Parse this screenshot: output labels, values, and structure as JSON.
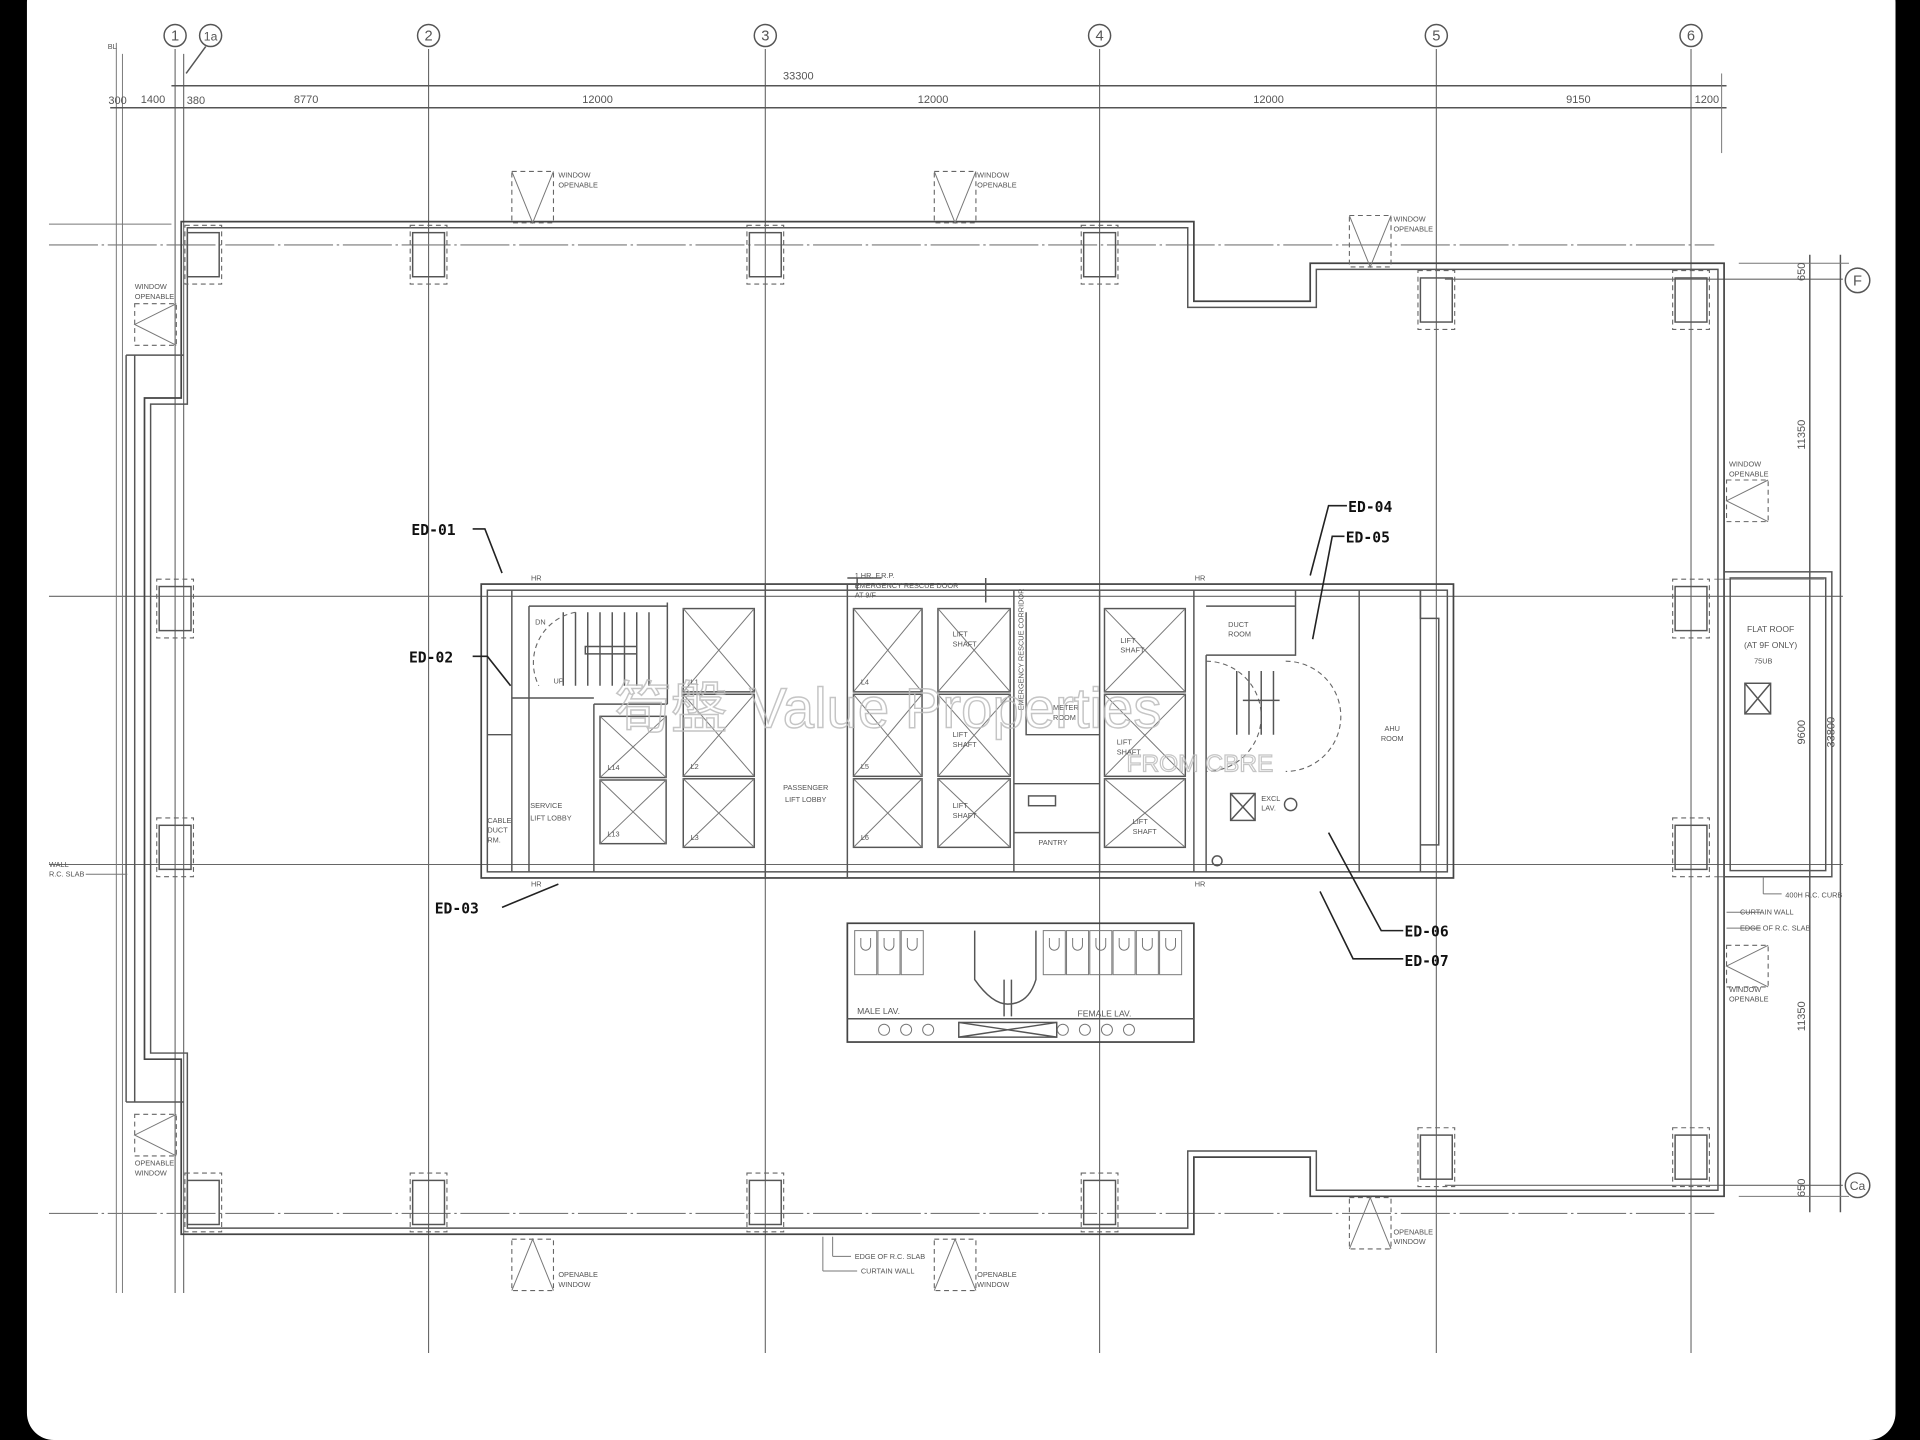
{
  "grid": {
    "columns": [
      "1",
      "1a",
      "2",
      "3",
      "4",
      "5",
      "6"
    ],
    "rows": [
      "F",
      "Ca"
    ],
    "bl_label": "BL"
  },
  "dimensions": {
    "overall_width": "33300",
    "segments": [
      "300",
      "1400",
      "380",
      "8770",
      "12000",
      "12000",
      "12000",
      "9150",
      "1200"
    ],
    "right": {
      "top_offset": "650",
      "upper_bay": "11350",
      "middle_bay": "9600",
      "overall_depth": "33800",
      "lower_bay": "11350",
      "bottom_offset": "650"
    }
  },
  "callouts": [
    "ED-01",
    "ED-02",
    "ED-03",
    "ED-04",
    "ED-05",
    "ED-06",
    "ED-07"
  ],
  "notes": {
    "window_openable": "WINDOW OPENABLE",
    "window": "WINDOW",
    "openable": "OPENABLE",
    "edge_of_slab": "EDGE OF R.C. SLAB",
    "curtain_wall": "CURTAIN WALL",
    "rc_curb": "400H R.C. CURB",
    "wall": "WALL",
    "rc_slab": "R.C. SLAB",
    "flat_roof": "FLAT ROOF",
    "flat_roof_sub": "(AT 9F ONLY)",
    "fd": "75UB",
    "rescue_door_1": "1 HR. F.R.P.",
    "rescue_door_2": "EMERGENCY RESCUE DOOR",
    "rescue_door_3": "AT 9/F"
  },
  "rooms": {
    "hr": "HR",
    "dn": "DN",
    "up": "UP",
    "service_lobby_1": "SERVICE",
    "service_lobby_2": "LIFT LOBBY",
    "cable_duct_1": "CABLE",
    "cable_duct_2": "DUCT",
    "cable_duct_3": "RM.",
    "passenger_lobby_1": "PASSENGER",
    "passenger_lobby_2": "LIFT LOBBY",
    "lift_shaft_1": "LIFT",
    "lift_shaft_2": "SHAFT",
    "meter_1": "METER",
    "meter_2": "ROOM",
    "emergency_corridor": "EMERGENCY RESCUE CORRIDOR",
    "pantry": "PANTRY",
    "duct_room_1": "DUCT",
    "duct_room_2": "ROOM",
    "ahu_1": "AHU",
    "ahu_2": "ROOM",
    "excl_lav_1": "EXCL",
    "excl_lav_2": "LAV.",
    "male_lav": "MALE LAV.",
    "female_lav": "FEMALE LAV.",
    "lifts": [
      "L14",
      "L13",
      "L1",
      "L2",
      "L3",
      "L4",
      "L5",
      "L6"
    ]
  },
  "watermark": {
    "cn": "筍盤",
    "brand": "Value Properties",
    "sub": "FROM CBRE"
  }
}
